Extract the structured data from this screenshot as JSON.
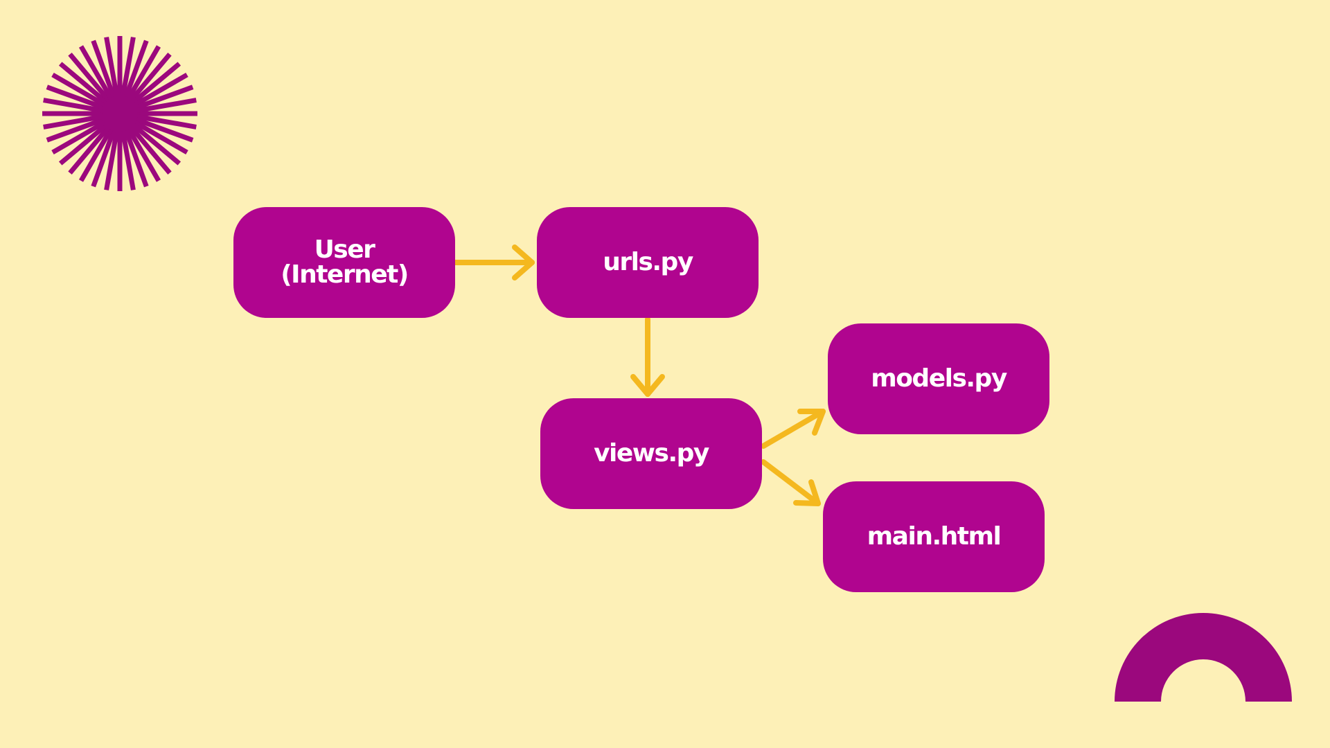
{
  "colors": {
    "background": "#fdf0b7",
    "node_fill": "#b0058f",
    "node_text": "#ffffff",
    "arrow": "#f4b81f",
    "decoration": "#9b087d"
  },
  "icons": {
    "top_left": "starburst-icon",
    "bottom_right": "half-ring-icon"
  },
  "nodes": {
    "user": {
      "line1": "User",
      "line2": "(Internet)"
    },
    "urls": {
      "label": "urls.py"
    },
    "views": {
      "label": "views.py"
    },
    "models": {
      "label": "models.py"
    },
    "main": {
      "label": "main.html"
    }
  },
  "edges": [
    {
      "from": "user",
      "to": "urls"
    },
    {
      "from": "urls",
      "to": "views"
    },
    {
      "from": "views",
      "to": "models"
    },
    {
      "from": "views",
      "to": "main"
    }
  ]
}
